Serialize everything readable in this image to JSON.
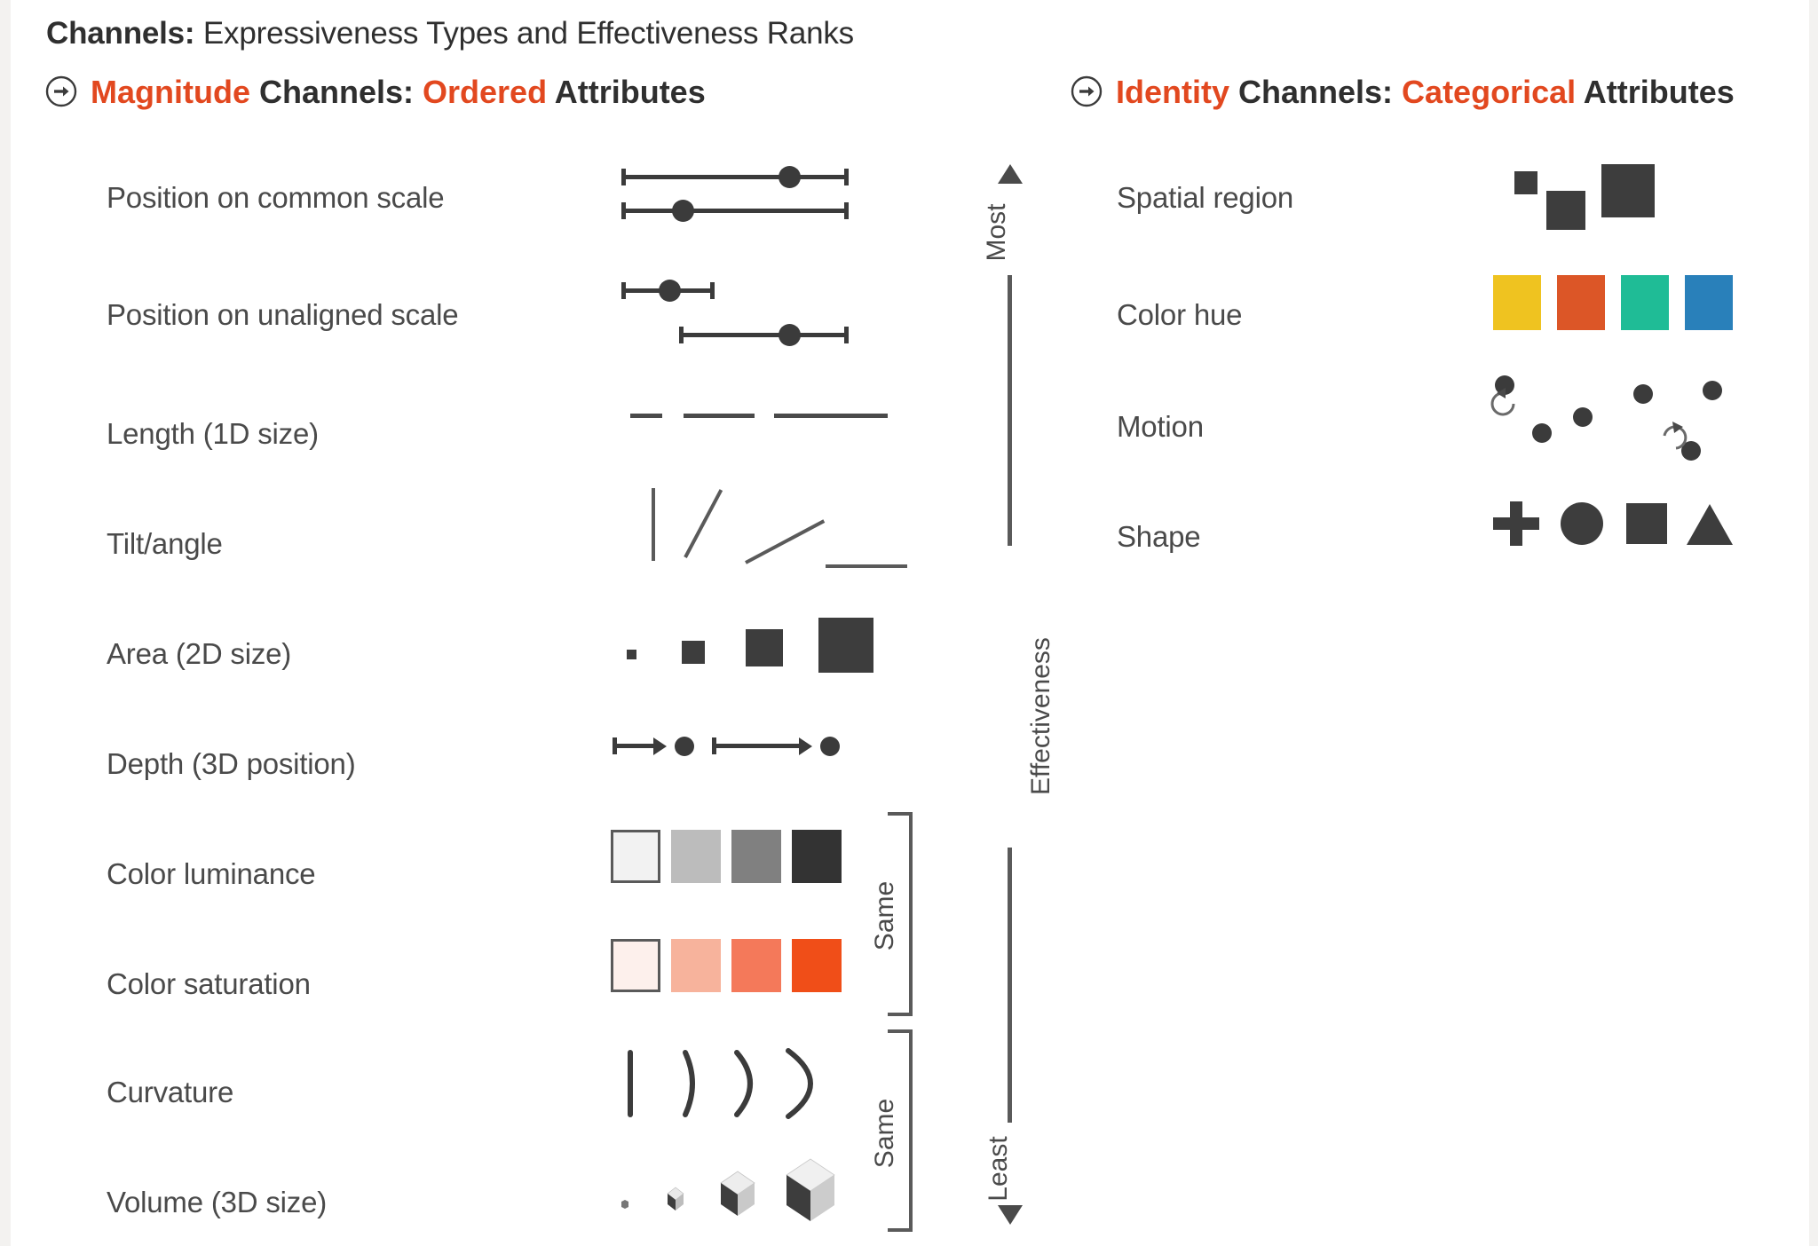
{
  "title": {
    "bold": "Channels:",
    "rest": " Expressiveness Types and Effectiveness Ranks"
  },
  "colors": {
    "accent": "#e2481f",
    "text": "#4a4a4a",
    "dark": "#3b3b3b",
    "hue_yellow": "#efc320",
    "hue_orange": "#dc5627",
    "hue_teal": "#1fbc96",
    "hue_blue": "#2980ba",
    "lum_1": "#f2f2f2",
    "lum_2": "#bcbcbc",
    "lum_3": "#808080",
    "lum_4": "#333333",
    "sat_1": "#fdf0ec",
    "sat_2": "#f7b39c",
    "sat_3": "#f4795a",
    "sat_4": "#f04e18"
  },
  "sections": [
    {
      "id": "magnitude",
      "icon": "circled-arrow-right-icon",
      "title_parts": [
        {
          "text": "Magnitude",
          "style": "accent"
        },
        {
          "text": " Channels: ",
          "style": "dark"
        },
        {
          "text": "Ordered",
          "style": "accent"
        },
        {
          "text": " Attributes",
          "style": "dark"
        }
      ],
      "rows": [
        {
          "label": "Position on common scale",
          "glyph": "position-common-scale"
        },
        {
          "label": "Position on unaligned scale",
          "glyph": "position-unaligned-scale"
        },
        {
          "label": "Length (1D size)",
          "glyph": "length-lines"
        },
        {
          "label": "Tilt/angle",
          "glyph": "tilt-lines"
        },
        {
          "label": "Area (2D size)",
          "glyph": "area-squares"
        },
        {
          "label": "Depth (3D position)",
          "glyph": "depth-arrows"
        },
        {
          "label": "Color luminance",
          "glyph": "luminance-swatches"
        },
        {
          "label": "Color saturation",
          "glyph": "saturation-swatches"
        },
        {
          "label": "Curvature",
          "glyph": "curvature-arcs"
        },
        {
          "label": "Volume (3D size)",
          "glyph": "volume-cubes"
        }
      ]
    },
    {
      "id": "identity",
      "icon": "circled-arrow-right-icon",
      "title_parts": [
        {
          "text": "Identity",
          "style": "accent"
        },
        {
          "text": " Channels: ",
          "style": "dark"
        },
        {
          "text": "Categorical",
          "style": "accent"
        },
        {
          "text": " Attributes",
          "style": "dark"
        }
      ],
      "rows": [
        {
          "label": "Spatial region",
          "glyph": "spatial-region-rects"
        },
        {
          "label": "Color hue",
          "glyph": "hue-swatches"
        },
        {
          "label": "Motion",
          "glyph": "motion-dots"
        },
        {
          "label": "Shape",
          "glyph": "shape-marks"
        }
      ]
    }
  ],
  "effectiveness_axis": {
    "top_label": "Most",
    "middle_label": "Effectiveness",
    "bottom_label": "Least",
    "top_arrow": "triangle-up-icon",
    "bottom_arrow": "triangle-down-icon"
  },
  "brackets": [
    {
      "label": "Same",
      "spans": [
        "Color luminance",
        "Color saturation"
      ]
    },
    {
      "label": "Same",
      "spans": [
        "Curvature",
        "Volume (3D size)"
      ]
    }
  ],
  "chart_data": {
    "type": "table",
    "title": "Channels: Expressiveness Types and Effectiveness Ranks",
    "columns": [
      "Magnitude Channels: Ordered Attributes",
      "Identity Channels: Categorical Attributes"
    ],
    "magnitude_ranked_most_to_least": [
      "Position on common scale",
      "Position on unaligned scale",
      "Length (1D size)",
      "Tilt/angle",
      "Area (2D size)",
      "Depth (3D position)",
      "Color luminance",
      "Color saturation",
      "Curvature",
      "Volume (3D size)"
    ],
    "identity_unranked": [
      "Spatial region",
      "Color hue",
      "Motion",
      "Shape"
    ],
    "tie_groups": [
      [
        "Color luminance",
        "Color saturation"
      ],
      [
        "Curvature",
        "Volume (3D size)"
      ]
    ],
    "axis": {
      "name": "Effectiveness",
      "top": "Most",
      "bottom": "Least"
    }
  }
}
